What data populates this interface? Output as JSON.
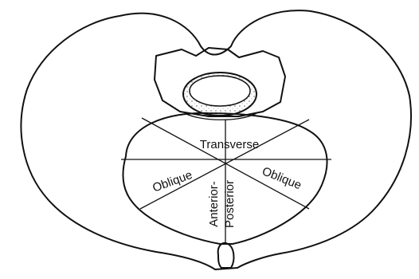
{
  "diagram": {
    "labels": {
      "transverse": "Transverse",
      "oblique_left": "Oblique",
      "oblique_right": "Oblique",
      "anteroposterior_line1": "Anterior-",
      "anteroposterior_line2": "Posterior"
    }
  }
}
